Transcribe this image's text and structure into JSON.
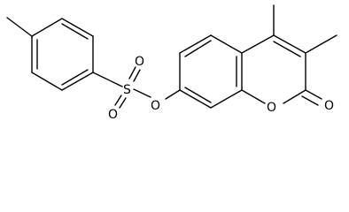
{
  "structure": {
    "atoms": {
      "sulfonyl_s": "S",
      "sulfonyl_o_top": "O",
      "sulfonyl_o_bottom": "O",
      "ester_o": "O",
      "ring_o": "O",
      "carbonyl_o": "O"
    }
  }
}
